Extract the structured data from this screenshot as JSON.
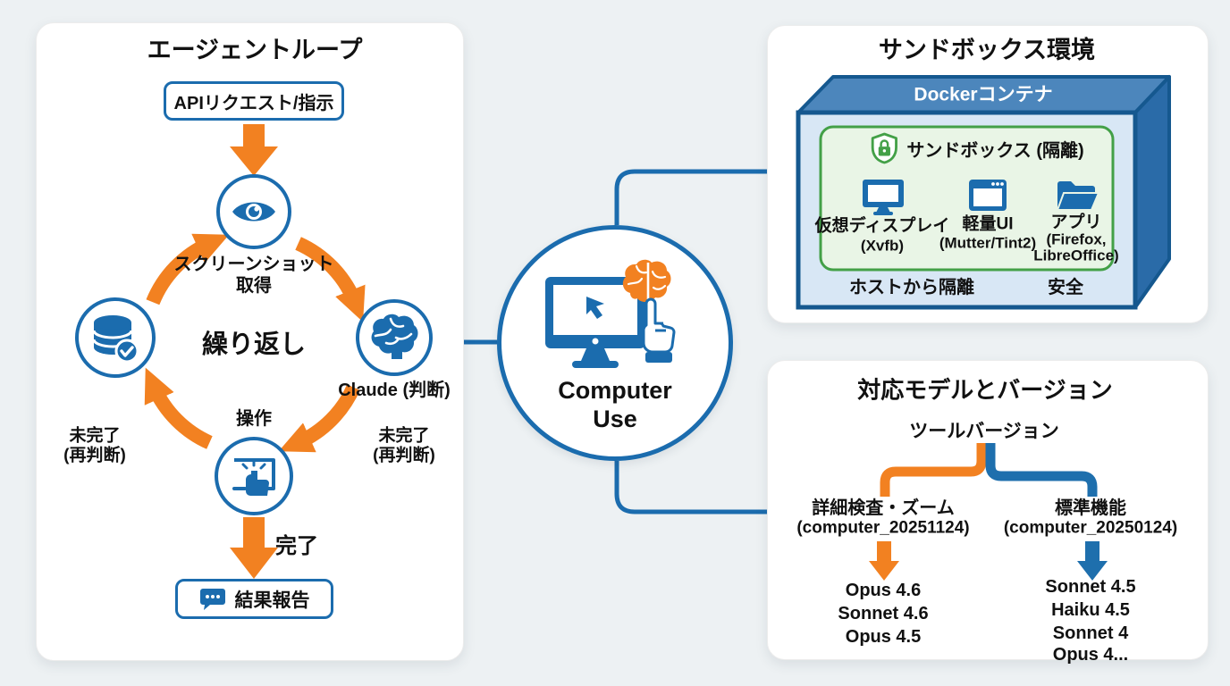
{
  "colors": {
    "background": "#edf1f3",
    "panel": "#ffffff",
    "blue": "#1b6cae",
    "orange": "#f28121",
    "green": "#43a047",
    "green_fill": "#e9f5e6",
    "docker_top": "#4c86bc",
    "docker_side": "#2a6ba8",
    "docker_front": "#d8e7f5",
    "docker_border": "#15588f",
    "text": "#111111"
  },
  "icons": {
    "hub": "monitor-cursor-brain-hand",
    "loop_top": "eye",
    "loop_right": "brain",
    "loop_bottom": "tap-hand",
    "loop_left": "database-check",
    "result": "speech-bubble",
    "sandbox": "shield-lock",
    "display": "monitor",
    "ui": "app-window",
    "apps": "folder"
  },
  "agent_loop": {
    "title": "エージェントループ",
    "api_box": "APIリクエスト/指示",
    "screenshot_line1": "スクリーンショット",
    "screenshot_line2": "取得",
    "center_label": "繰り返し",
    "claude_label": "Claude (判断)",
    "operate_label": "操作",
    "incomplete_left_line1": "未完了",
    "incomplete_left_line2": "(再判断)",
    "incomplete_right_line1": "未完了",
    "incomplete_right_line2": "(再判断)",
    "complete_label": "完了",
    "result_box": "結果報告"
  },
  "hub": {
    "line1": "Computer",
    "line2": "Use"
  },
  "sandbox": {
    "title": "サンドボックス環境",
    "docker_label": "Dockerコンテナ",
    "sandbox_label": "サンドボックス (隔離)",
    "items": [
      {
        "label": "仮想ディスプレイ",
        "sub": "(Xvfb)"
      },
      {
        "label": "軽量UI",
        "sub": "(Mutter/Tint2)"
      },
      {
        "label": "アプリ",
        "sub": "(Firefox,",
        "sub2": "LibreOffice)"
      }
    ],
    "footer_left": "ホストから隔離",
    "footer_right": "安全"
  },
  "models": {
    "title": "対応モデルとバージョン",
    "root": "ツールバージョン",
    "left": {
      "label": "詳細検査・ズーム",
      "version": "(computer_20251124)",
      "models": [
        "Opus 4.6",
        "Sonnet 4.6",
        "Opus 4.5"
      ]
    },
    "right": {
      "label": "標準機能",
      "version": "(computer_20250124)",
      "models": [
        "Sonnet 4.5",
        "Haiku 4.5",
        "Sonnet 4",
        "Opus 4..."
      ]
    }
  }
}
